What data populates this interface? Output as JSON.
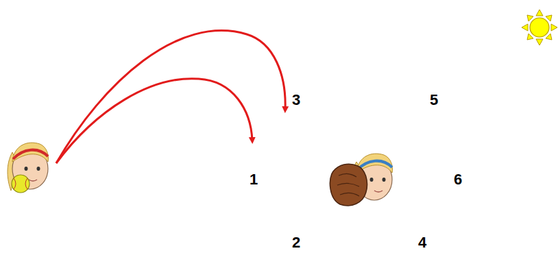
{
  "diagram": {
    "labels": [
      "3",
      "5",
      "1",
      "6",
      "2",
      "4"
    ]
  }
}
